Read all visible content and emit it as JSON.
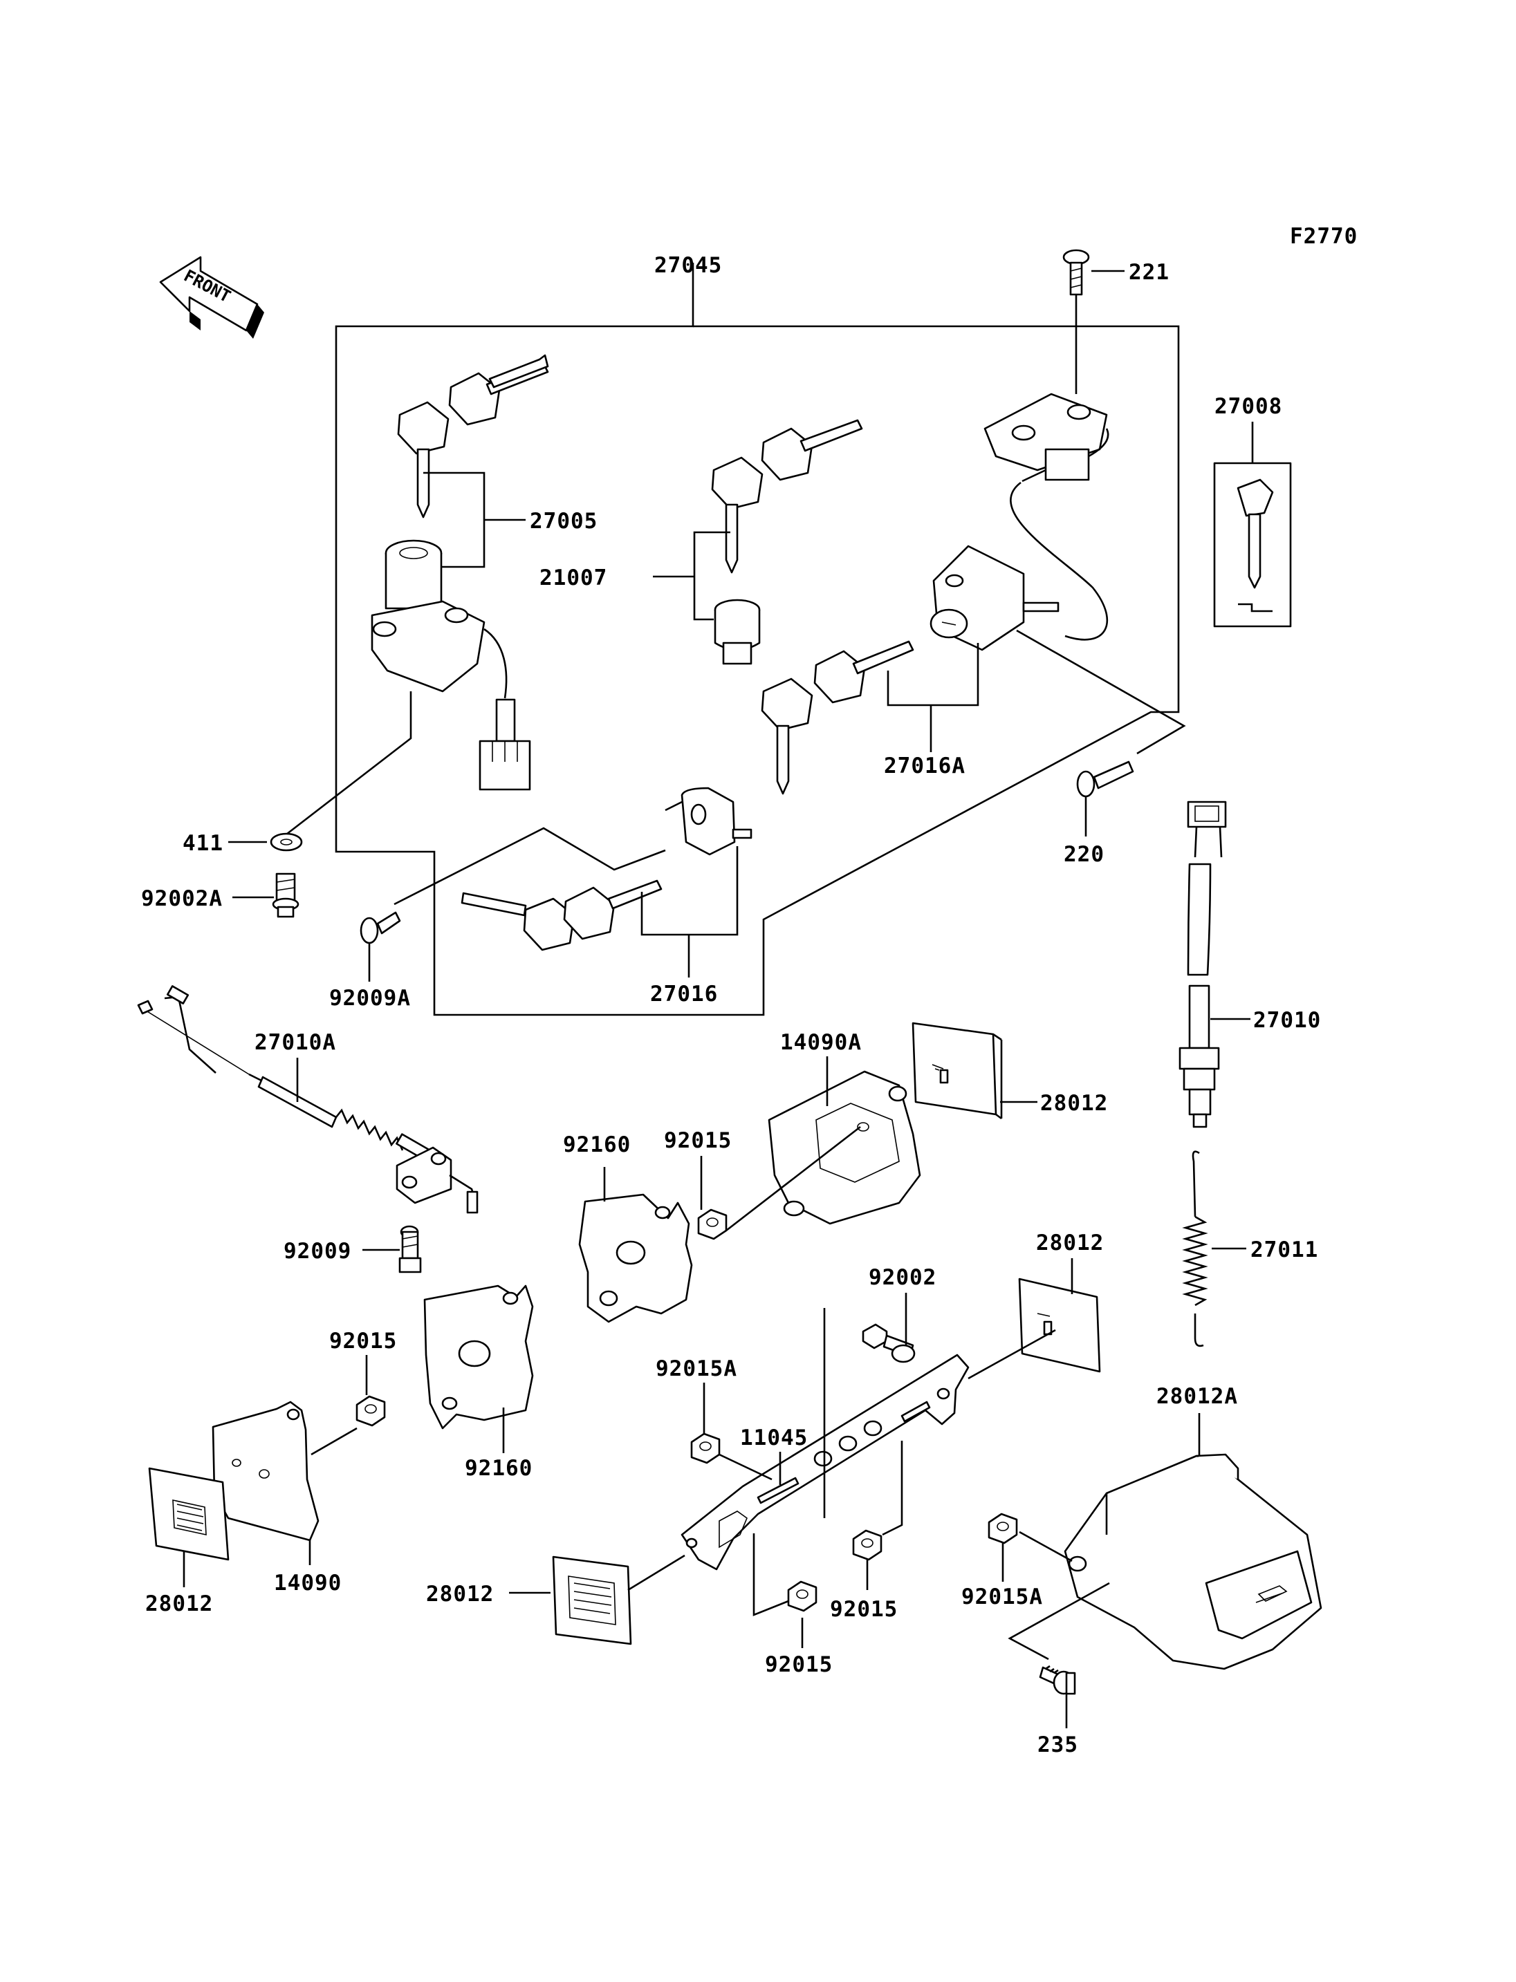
{
  "figure_code": "F2770",
  "front_arrow_text": "FRONT",
  "labels": {
    "p27045": "27045",
    "p221": "221",
    "p27008": "27008",
    "p27005": "27005",
    "p21007": "21007",
    "p27016A": "27016A",
    "p220": "220",
    "p411": "411",
    "p92002A": "92002A",
    "p92009A": "92009A",
    "p27016": "27016",
    "p27010": "27010",
    "p27010A": "27010A",
    "p14090A": "14090A",
    "p28012_a": "28012",
    "p92160_a": "92160",
    "p92015_a": "92015",
    "p92009": "92009",
    "p27011": "27011",
    "p28012_b": "28012",
    "p92002": "92002",
    "p92015_b": "92015",
    "p92015A_a": "92015A",
    "p11045": "11045",
    "p28012A": "28012A",
    "p92160_b": "92160",
    "p28012_c": "28012",
    "p14090": "14090",
    "p28012_d": "28012",
    "p92015_c": "92015",
    "p92015A_b": "92015A",
    "p92015_d": "92015",
    "p235": "235"
  }
}
